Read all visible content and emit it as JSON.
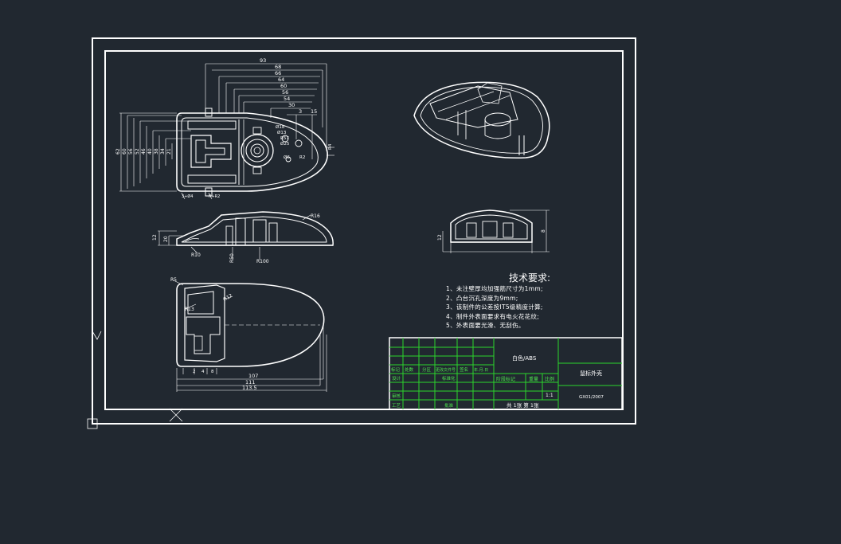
{
  "drawing": {
    "colors": {
      "background": "#212830",
      "lines": "#ffffff",
      "title_grid": "#2bd62b"
    },
    "top_view": {
      "dims_horizontal": [
        "93",
        "68",
        "66",
        "64",
        "60",
        "56",
        "54",
        "30",
        "3",
        "15"
      ],
      "dims_vertical": [
        "62",
        "60",
        "56",
        "52",
        "46",
        "40",
        "38",
        "34",
        "21"
      ],
      "callouts": [
        "Ø18",
        "Ø13",
        "R57",
        "Ø25",
        "Ø6",
        "R2",
        "R4"
      ],
      "bottom_labels": [
        "3+Ø4",
        "R+R2"
      ]
    },
    "side_view": {
      "labels": [
        "R16",
        "R50",
        "R100",
        "R10"
      ],
      "left_dims": [
        "12",
        "20"
      ]
    },
    "front_view": {
      "labels": [
        "12",
        "8"
      ]
    },
    "bottom_view": {
      "labels": [
        "R5",
        "R13",
        "R12"
      ],
      "dims": [
        "107",
        "111",
        "113.5"
      ],
      "small_dims": [
        "2",
        "4",
        "8"
      ]
    }
  },
  "tech_requirements": {
    "title": "技术要求:",
    "items": [
      "1、未注壁厚均加强筋尺寸为1mm;",
      "2、凸台沉孔深度为9mm;",
      "3、该制件的公差按IT5级精度计算;",
      "4、制件外表面要求有电火花花纹;",
      "5、外表面要光滑、无刮伤。"
    ]
  },
  "title_block": {
    "material": "白色/ABS",
    "part_name": "鼠标外壳",
    "drawing_number": "GX01/2007",
    "scale": "1:1",
    "sheet_info": "共 1张  第 1张",
    "header_cells": [
      "标记",
      "处数",
      "分区",
      "更改文件号",
      "签名",
      "年.月.日"
    ],
    "row_labels": [
      "设计",
      "标准化",
      "审核",
      "工艺",
      "批准"
    ],
    "stage_labels": [
      "阶段标记",
      "重量",
      "比例"
    ]
  }
}
